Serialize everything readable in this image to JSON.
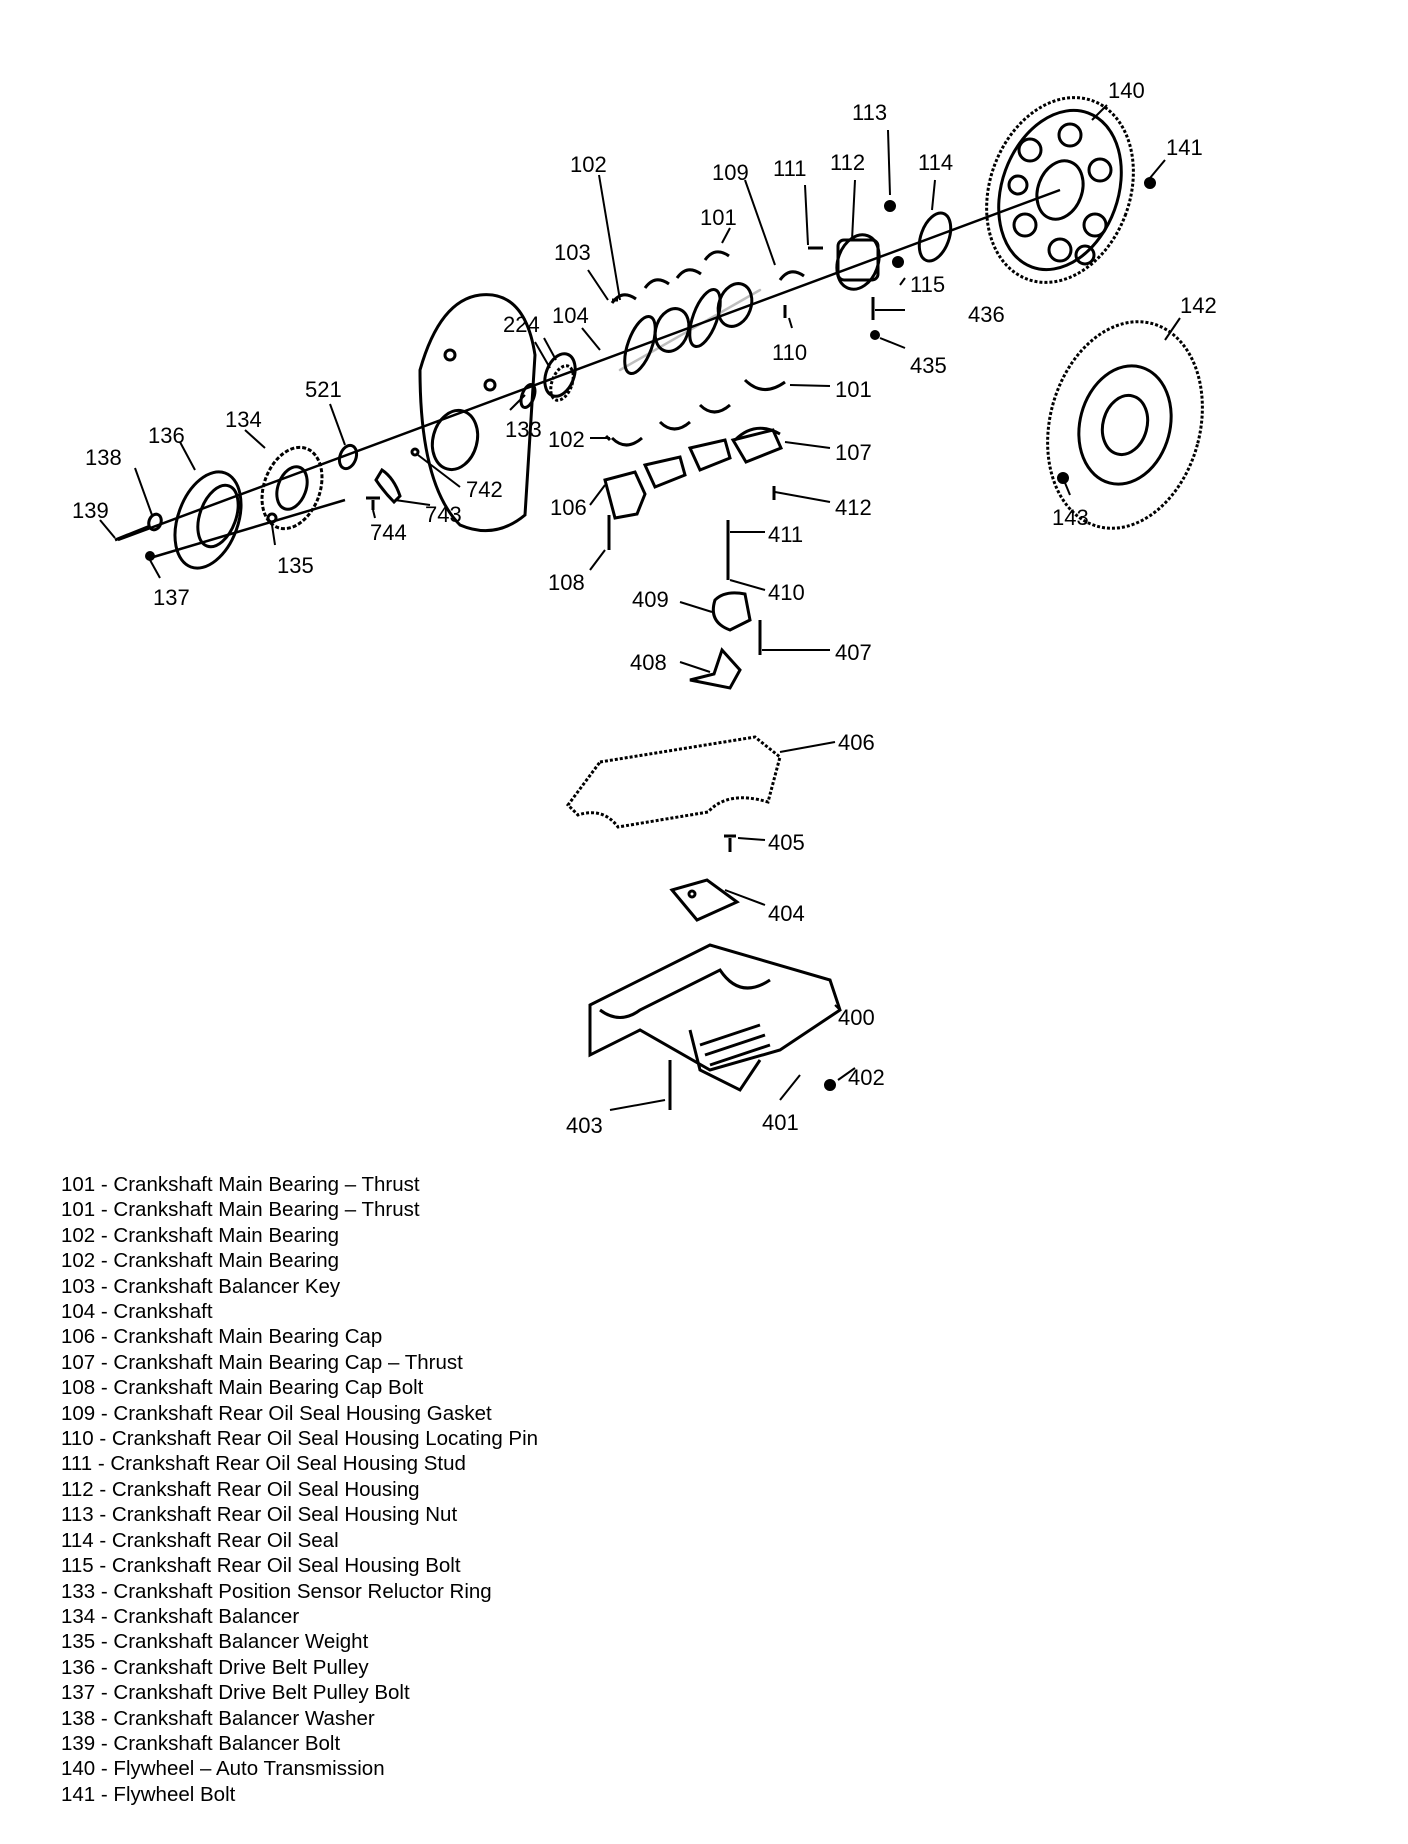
{
  "callouts": {
    "c101a": "101",
    "c101b": "101",
    "c102a": "102",
    "c102b": "102",
    "c103": "103",
    "c104": "104",
    "c106": "106",
    "c107": "107",
    "c108": "108",
    "c109": "109",
    "c110": "110",
    "c111": "111",
    "c112": "112",
    "c113": "113",
    "c114": "114",
    "c115": "115",
    "c133": "133",
    "c134": "134",
    "c135": "135",
    "c136": "136",
    "c137": "137",
    "c138": "138",
    "c139": "139",
    "c140": "140",
    "c141": "141",
    "c142": "142",
    "c143": "143",
    "c224": "224",
    "c400": "400",
    "c401": "401",
    "c402": "402",
    "c403": "403",
    "c404": "404",
    "c405": "405",
    "c406": "406",
    "c407": "407",
    "c408": "408",
    "c409": "409",
    "c410": "410",
    "c411": "411",
    "c412": "412",
    "c435": "435",
    "c436": "436",
    "c521": "521",
    "c742": "742",
    "c743": "743",
    "c744": "744"
  },
  "legend": [
    "101 - Crankshaft Main Bearing – Thrust",
    "101 - Crankshaft Main Bearing – Thrust",
    "102 - Crankshaft Main Bearing",
    "102 - Crankshaft Main Bearing",
    "103 - Crankshaft Balancer Key",
    "104 - Crankshaft",
    "106 - Crankshaft Main Bearing Cap",
    "107 - Crankshaft Main Bearing Cap – Thrust",
    "108 - Crankshaft Main Bearing Cap Bolt",
    "109 - Crankshaft Rear Oil Seal Housing Gasket",
    "110 - Crankshaft Rear Oil Seal Housing Locating Pin",
    "111 - Crankshaft Rear Oil Seal Housing Stud",
    "112 - Crankshaft Rear Oil Seal Housing",
    "113 - Crankshaft Rear Oil Seal Housing Nut",
    "114 - Crankshaft Rear Oil Seal",
    "115 - Crankshaft Rear Oil Seal Housing Bolt",
    "133 - Crankshaft Position Sensor Reluctor Ring",
    "134 - Crankshaft Balancer",
    "135 - Crankshaft Balancer Weight",
    "136 - Crankshaft Drive Belt Pulley",
    "137 - Crankshaft Drive Belt Pulley Bolt",
    "138 - Crankshaft Balancer Washer",
    "139 - Crankshaft Balancer Bolt",
    "140 - Flywheel – Auto Transmission",
    "141 - Flywheel Bolt"
  ]
}
